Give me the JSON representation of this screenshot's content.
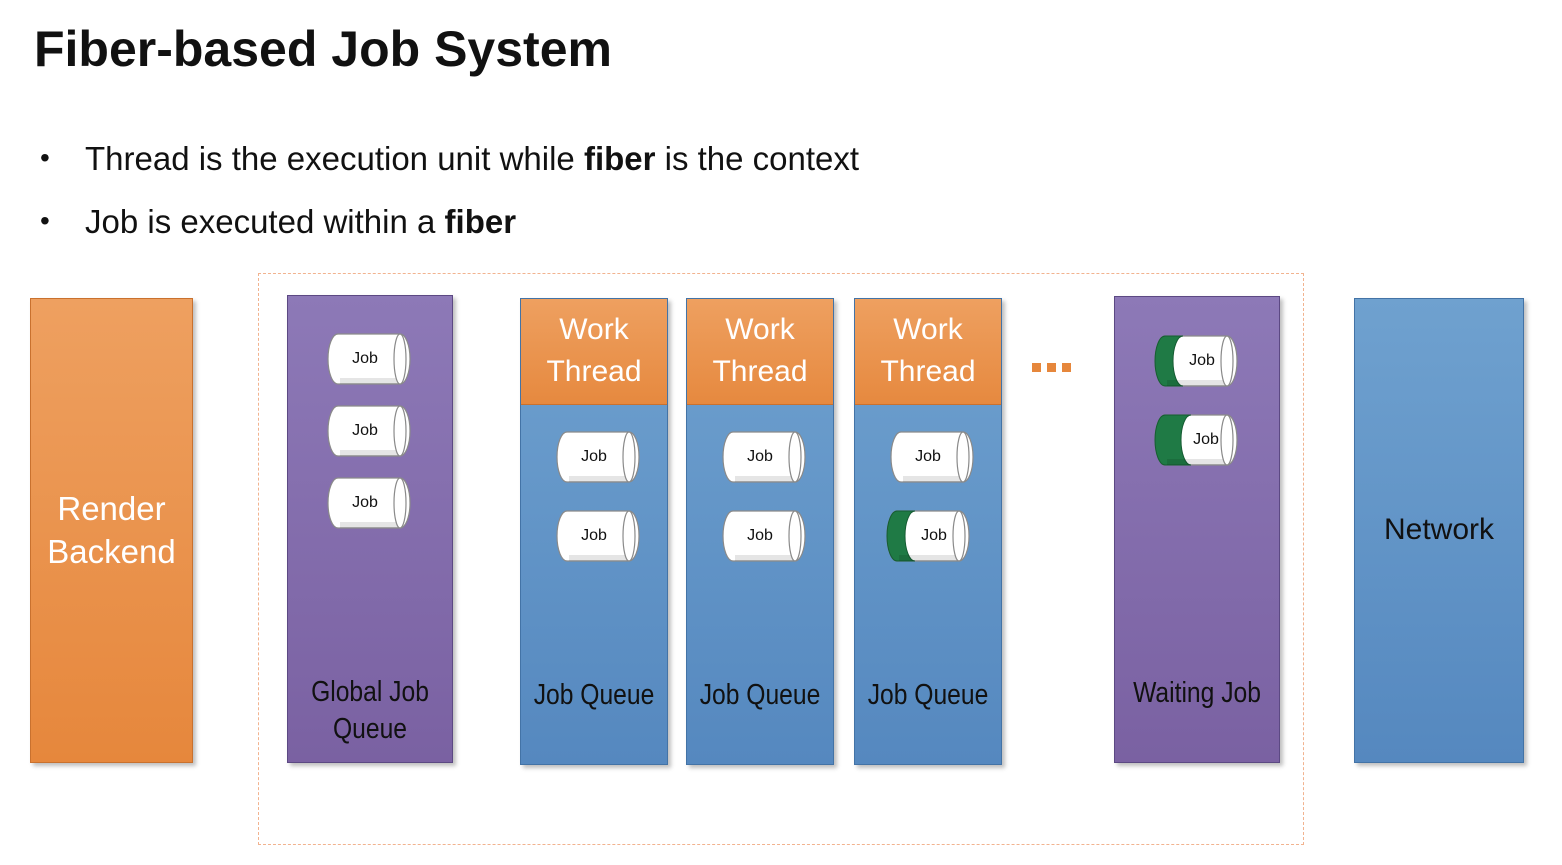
{
  "title": "Fiber-based Job System",
  "bullets": [
    {
      "before": "Thread is the execution unit while ",
      "bold": "fiber",
      "after": " is the context"
    },
    {
      "before": "Job is executed within a ",
      "bold": "fiber",
      "after": ""
    }
  ],
  "bullet_glyph": "•",
  "render_backend": {
    "line1": "Render",
    "line2": "Backend"
  },
  "global_queue": {
    "line1": "Global Job",
    "line2": "Queue"
  },
  "work_thread": {
    "line1": "Work",
    "line2": "Thread"
  },
  "job_queue_label": "Job Queue",
  "waiting_job_label": "Waiting Job",
  "network_label": "Network",
  "job_label": "Job",
  "colors": {
    "orange": "#e6873c",
    "purple": "#7a61a2",
    "blue": "#5588bf",
    "fiber_green": "#1f7a45"
  }
}
